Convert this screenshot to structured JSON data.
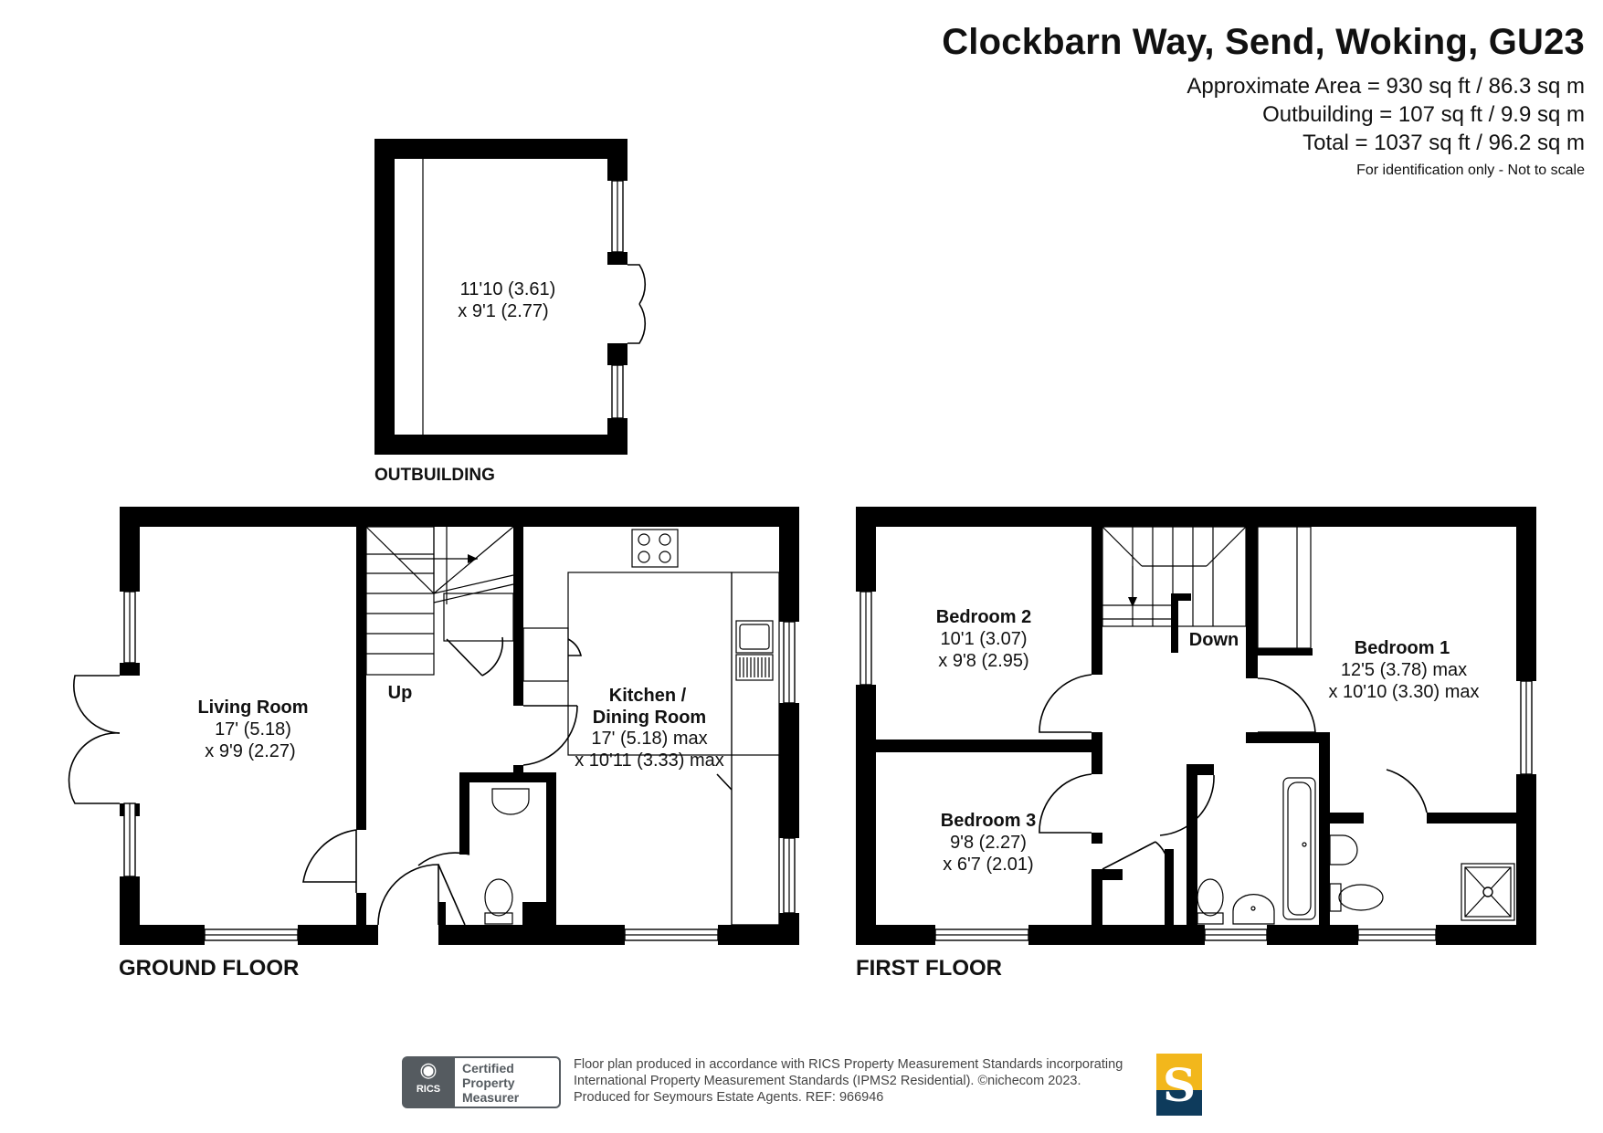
{
  "header": {
    "title": "Clockbarn Way, Send, Woking, GU23",
    "approx_area": "Approximate Area = 930 sq ft / 86.3 sq m",
    "outbuilding_area": "Outbuilding = 107 sq ft / 9.9 sq m",
    "total_area": "Total = 1037 sq ft / 96.2 sq m",
    "disclaimer": "For identification only - Not to scale"
  },
  "outbuilding": {
    "label": "OUTBUILDING",
    "dim1": "11'10 (3.61)",
    "dim2": "x 9'1 (2.77)"
  },
  "ground_floor": {
    "label": "GROUND FLOOR",
    "stairs_label": "Up",
    "living_room": {
      "name": "Living Room",
      "dim1": "17' (5.18)",
      "dim2": "x 9'9 (2.27)"
    },
    "kitchen": {
      "name_line1": "Kitchen /",
      "name_line2": "Dining Room",
      "dim1": "17' (5.18) max",
      "dim2": "x 10'11 (3.33) max"
    }
  },
  "first_floor": {
    "label": "FIRST FLOOR",
    "stairs_label": "Down",
    "bedroom1": {
      "name": "Bedroom 1",
      "dim1": "12'5 (3.78) max",
      "dim2": "x 10'10 (3.30) max"
    },
    "bedroom2": {
      "name": "Bedroom 2",
      "dim1": "10'1 (3.07)",
      "dim2": "x 9'8 (2.95)"
    },
    "bedroom3": {
      "name": "Bedroom 3",
      "dim1": "9'8 (2.27)",
      "dim2": "x 6'7 (2.01)"
    }
  },
  "footer": {
    "rics_badge": "RICS",
    "cert_line1": "Certified",
    "cert_line2": "Property",
    "cert_line3": "Measurer",
    "line1": "Floor plan produced in accordance with RICS Property Measurement Standards incorporating",
    "line2": "International Property Measurement Standards (IPMS2 Residential).   ©nichecom 2023.",
    "line3": "Produced for Seymours Estate Agents.   REF:  966946",
    "logo_letter": "S"
  },
  "colors": {
    "wall": "#000000",
    "logo_gold": "#f2b71c",
    "logo_navy": "#0e3b5c",
    "rics_grey": "#555b60"
  }
}
